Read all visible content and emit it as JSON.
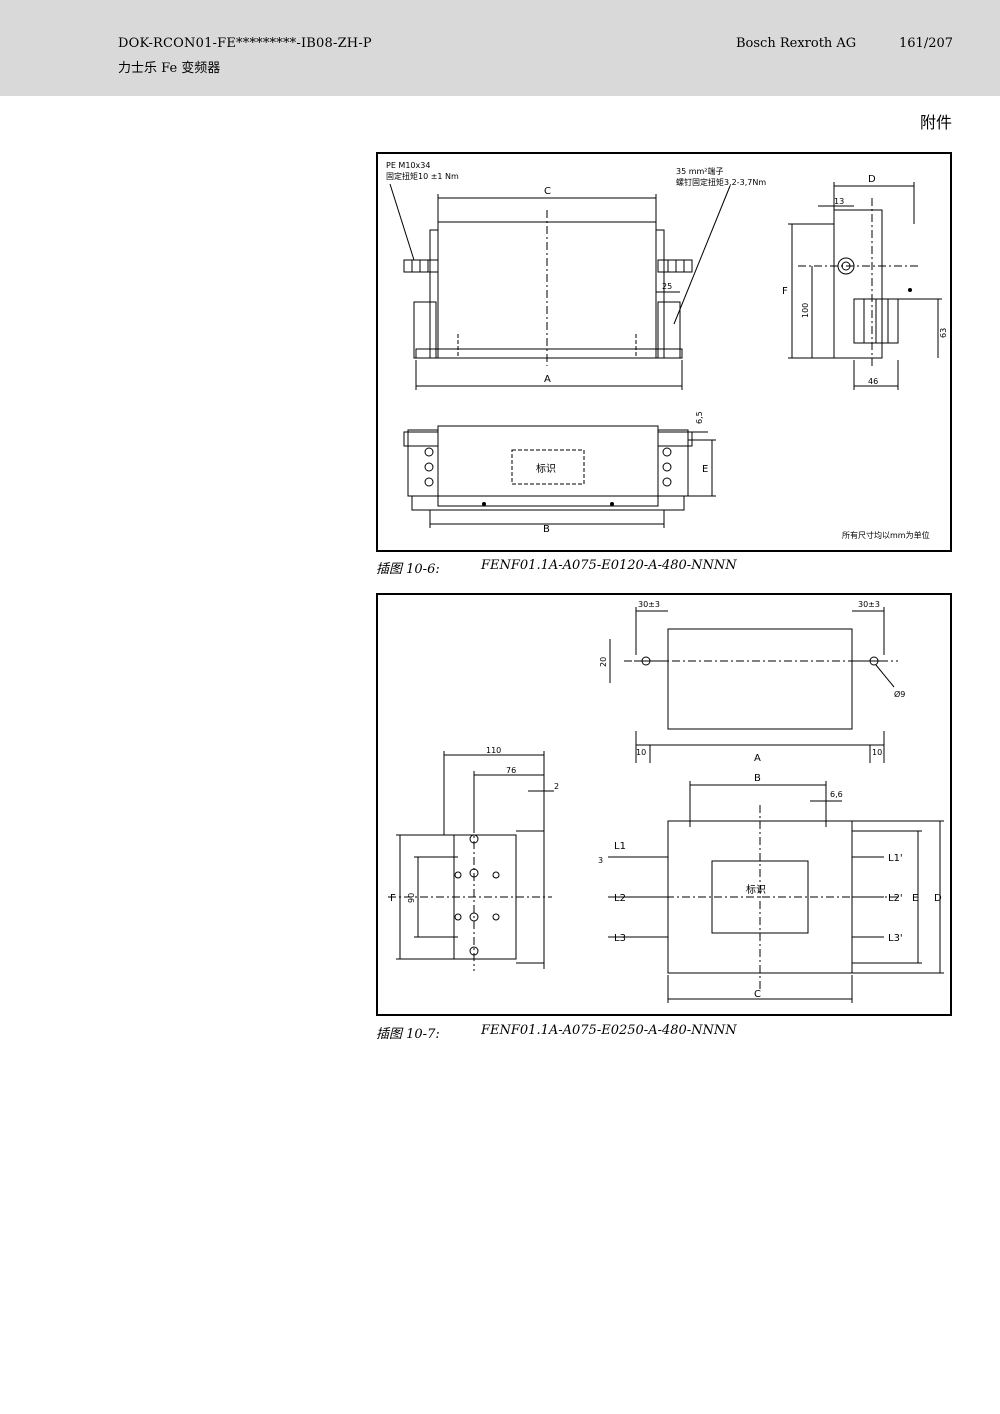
{
  "header": {
    "doc_id": "DOK-RCON01-FE*********-IB08-ZH-P",
    "subtitle": "力士乐 Fe 变频器",
    "company": "Bosch Rexroth AG",
    "page": "161/207"
  },
  "section_title": "附件",
  "figure1": {
    "caption_label": "插图 10-6:",
    "caption_text": "FENF01.1A-A075-E0120-A-480-NNNN",
    "pe_label_1": "PE M10x34",
    "pe_label_2": "固定扭矩10 ±1 Nm",
    "terminal_label_1": "35 mm²端子",
    "terminal_label_2": "螺钉固定扭矩3,2-3,7Nm",
    "dim_a": "A",
    "dim_b": "B",
    "dim_c": "C",
    "dim_d": "D",
    "dim_e": "E",
    "dim_f": "F",
    "dim_13": "13",
    "dim_25": "25",
    "dim_100": "100",
    "dim_63": "63",
    "dim_46": "46",
    "dim_65": "6,5",
    "label_text": "标识",
    "units_note": "所有尺寸均以mm为单位"
  },
  "figure2": {
    "caption_label": "插图 10-7:",
    "caption_text": "FENF01.1A-A075-E0250-A-480-NNNN",
    "dim_30_left": "30±3",
    "dim_30_right": "30±3",
    "dim_20": "20",
    "dim_phi9": "Ø9",
    "dim_10_left": "10",
    "dim_10_right": "10",
    "dim_a": "A",
    "dim_b": "B",
    "dim_c": "C",
    "dim_d": "D",
    "dim_e": "E",
    "dim_f": "F",
    "dim_66": "6,6",
    "dim_110": "110",
    "dim_76": "76",
    "dim_2": "2",
    "dim_90": "90",
    "dim_3": "3",
    "l1": "L1",
    "l2": "L2",
    "l3": "L3",
    "l1p": "L1'",
    "l2p": "L2'",
    "l3p": "L3'",
    "label_text": "标识"
  }
}
